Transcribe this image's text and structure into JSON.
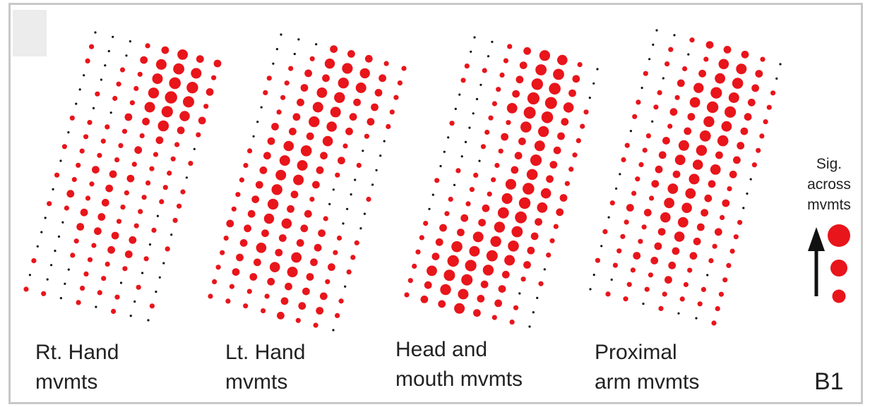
{
  "colors": {
    "significant": "#e8151b",
    "nonsignificant": "#111111",
    "frame": "#c8c8c8",
    "corner_box": "#ececec"
  },
  "panels": [
    {
      "id": "rt-hand",
      "caption": [
        "Rt. Hand",
        "mvmts"
      ],
      "hotspots": [
        {
          "u": 0.72,
          "v": 0.14,
          "r": 0.22,
          "w": 1.0
        },
        {
          "u": 0.35,
          "v": 0.55,
          "r": 0.25,
          "w": 0.25
        },
        {
          "u": 0.55,
          "v": 0.8,
          "r": 0.25,
          "w": 0.2
        }
      ]
    },
    {
      "id": "lt-hand",
      "caption": [
        "Lt. Hand",
        "mvmts"
      ],
      "hotspots": [
        {
          "u": 0.6,
          "v": 0.12,
          "r": 0.24,
          "w": 0.65
        },
        {
          "u": 0.35,
          "v": 0.42,
          "r": 0.22,
          "w": 0.6
        },
        {
          "u": 0.3,
          "v": 0.75,
          "r": 0.25,
          "w": 0.55
        },
        {
          "u": 0.7,
          "v": 0.85,
          "r": 0.2,
          "w": 0.4
        }
      ]
    },
    {
      "id": "head-mouth",
      "caption": [
        "Head and",
        "mouth mvmts"
      ],
      "hotspots": [
        {
          "u": 0.62,
          "v": 0.14,
          "r": 0.22,
          "w": 1.0
        },
        {
          "u": 0.75,
          "v": 0.45,
          "r": 0.2,
          "w": 0.55
        },
        {
          "u": 0.7,
          "v": 0.65,
          "r": 0.2,
          "w": 0.6
        },
        {
          "u": 0.35,
          "v": 0.87,
          "r": 0.28,
          "w": 0.75
        }
      ]
    },
    {
      "id": "proximal-arm",
      "caption": [
        "Proximal",
        "arm mvmts"
      ],
      "hotspots": [
        {
          "u": 0.65,
          "v": 0.13,
          "r": 0.25,
          "w": 0.65
        },
        {
          "u": 0.55,
          "v": 0.45,
          "r": 0.3,
          "w": 0.5
        },
        {
          "u": 0.5,
          "v": 0.75,
          "r": 0.28,
          "w": 0.35
        }
      ]
    }
  ],
  "legend": {
    "title": [
      "Sig.",
      "across",
      "mvmts"
    ],
    "arrow_direction": "up",
    "circle_sizes": [
      "large",
      "medium",
      "small"
    ]
  },
  "panel_label": "B1"
}
